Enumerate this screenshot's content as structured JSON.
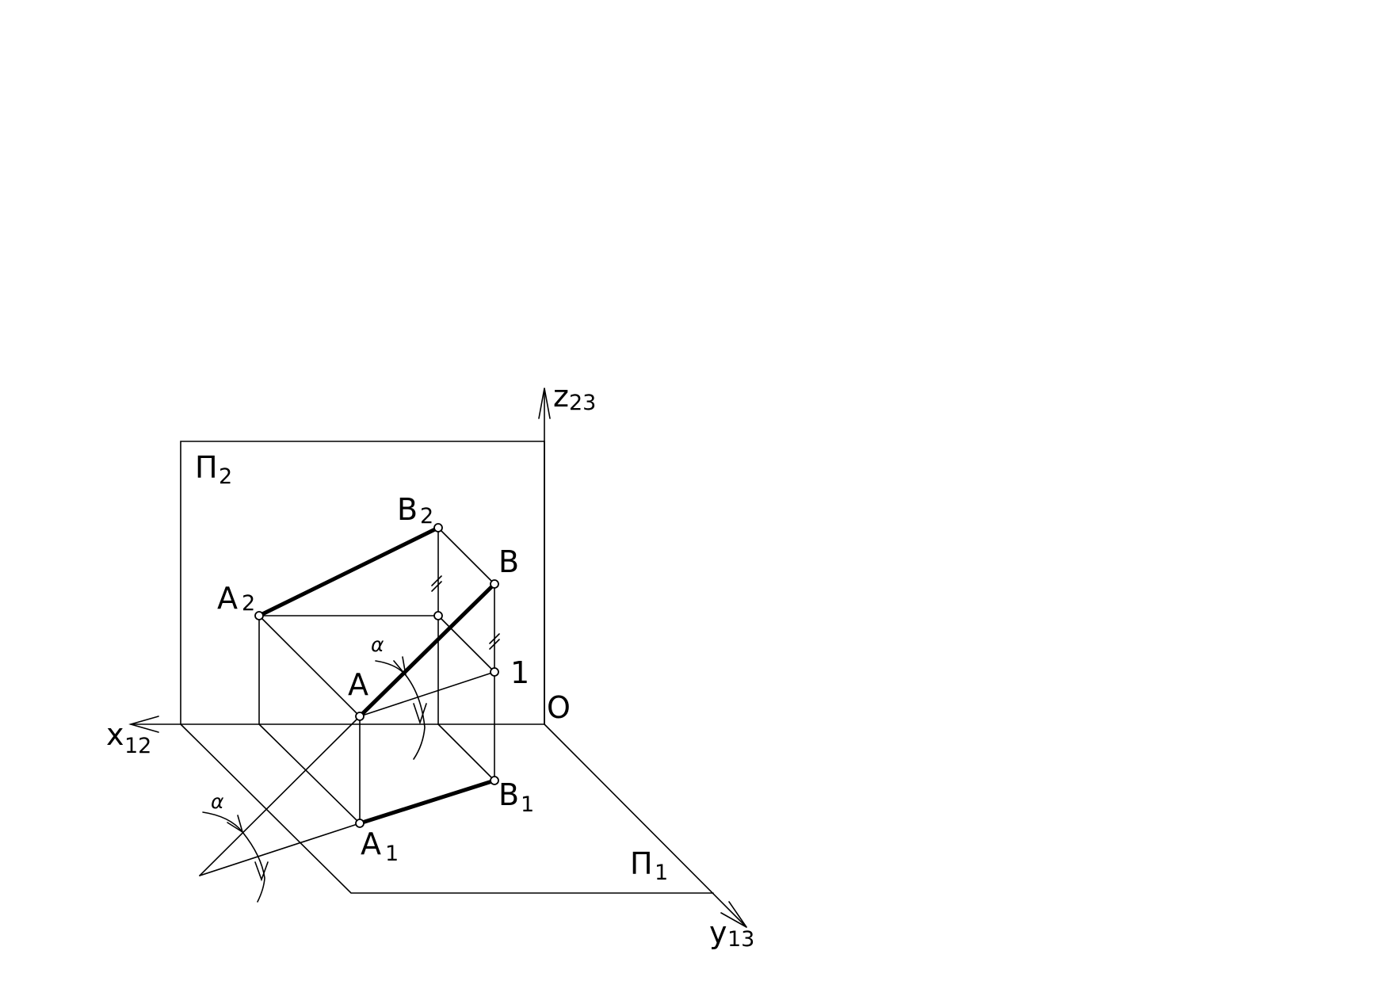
{
  "labels": {
    "plane_front": "П",
    "plane_front_sub": "2",
    "plane_horizontal": "П",
    "plane_horizontal_sub": "1",
    "axis_x": "x",
    "axis_x_sub": "12",
    "axis_y": "y",
    "axis_y_sub": "13",
    "axis_z": "z",
    "axis_z_sub": "23",
    "origin": "O",
    "point_a": "A",
    "point_b": "B",
    "point_a2": "A",
    "point_a2_sub": "2",
    "point_b2": "B",
    "point_b2_sub": "2",
    "point_a1": "A",
    "point_a1_sub": "1",
    "point_b1": "B",
    "point_b1_sub": "1",
    "point_1": "1",
    "angle_upper": "α",
    "angle_lower": "α"
  }
}
